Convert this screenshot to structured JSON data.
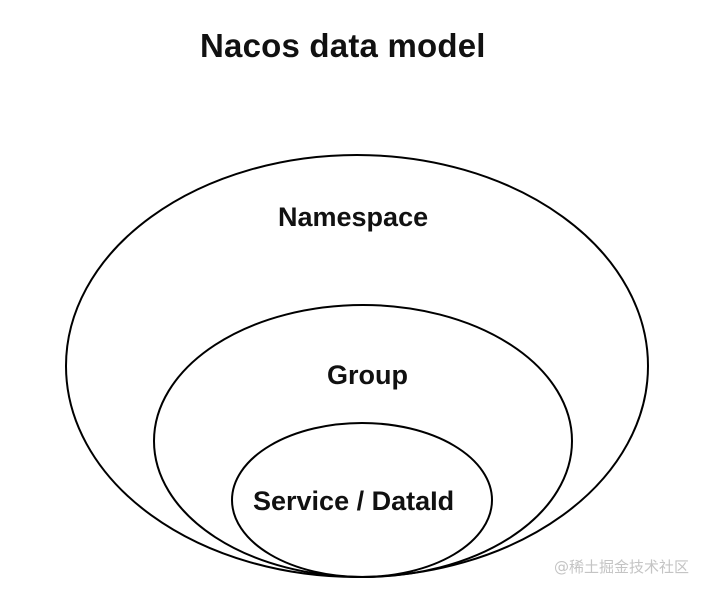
{
  "title": "Nacos data model",
  "levels": {
    "outer": "Namespace",
    "middle": "Group",
    "inner": "Service / DataId"
  },
  "watermark": "@稀土掘金技术社区",
  "colors": {
    "stroke": "#000000",
    "text": "#111111",
    "watermark": "#c4c4c4",
    "background": "#ffffff"
  }
}
